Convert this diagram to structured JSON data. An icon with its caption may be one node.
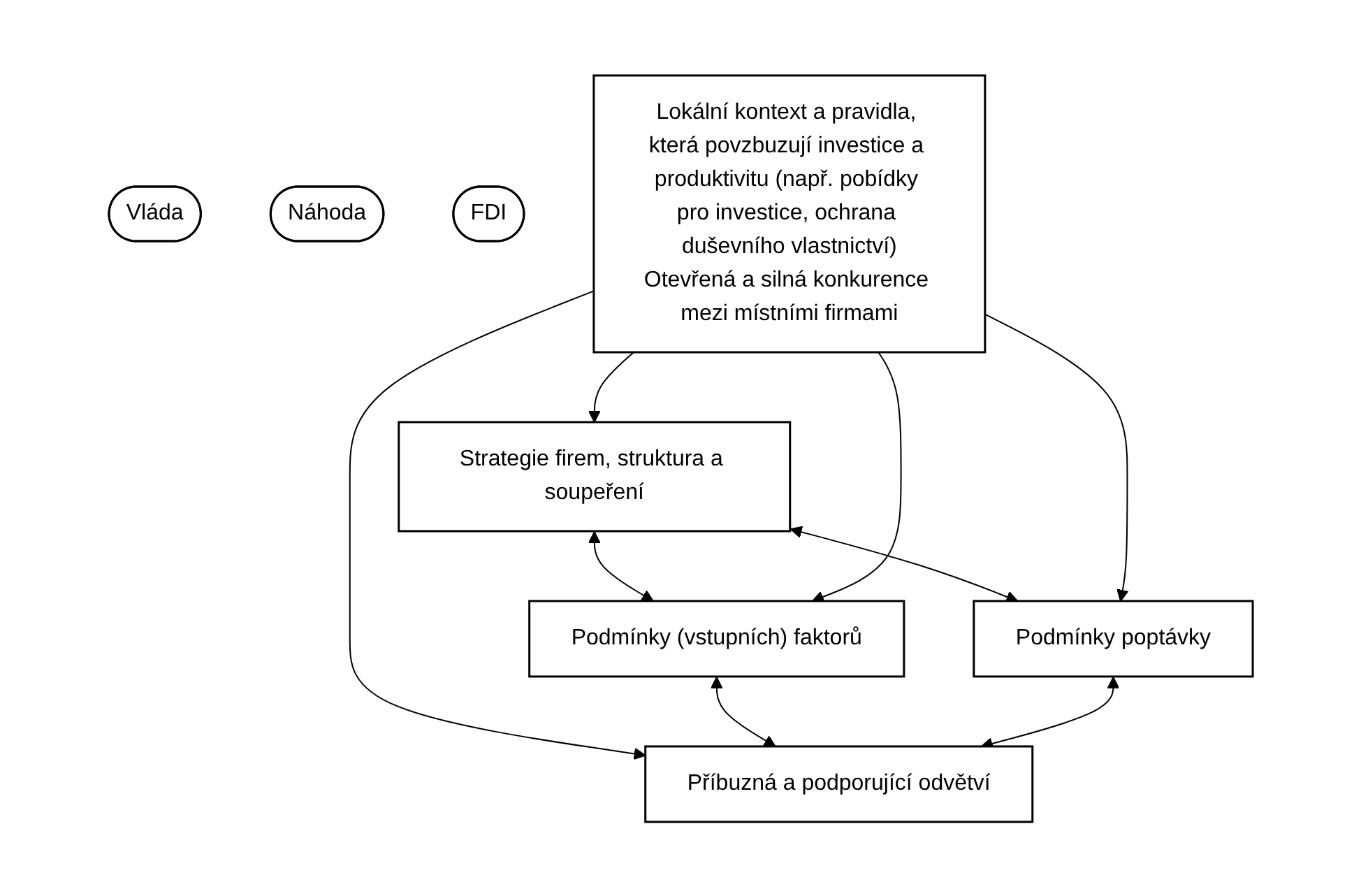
{
  "diagram": {
    "nodes": [
      {
        "text": [
          "Vláda"
        ]
      },
      {
        "text": [
          "Strategie firem, struktura a soupeření"
        ]
      },
      {
        "text": [
          "Náhoda"
        ]
      },
      {
        "text": [
          "FDI"
        ]
      },
      {
        "text": [
          "Lokální kontext a pravidla, která povzbuzují investice a produktivitu (např. pobídky pro investice, ochrana duševního vlastnictví)",
          "Otevřená a silná konkurence mezi místními firmami"
        ]
      },
      {
        "text": [
          "Podmínky (vstupních) faktorů"
        ]
      },
      {
        "text": [
          "Podmínky poptávky"
        ]
      },
      {
        "text": [
          "Příbuzná a podporující odvětví"
        ]
      }
    ],
    "edges": [
      {
        "from": 4,
        "to": 1,
        "arrow": "to"
      },
      {
        "from": 1,
        "to": 5,
        "arrow": "both"
      },
      {
        "from": 1,
        "to": 6,
        "arrow": "both"
      },
      {
        "from": 4,
        "to": 5,
        "arrow": "to"
      },
      {
        "from": 4,
        "to": 6,
        "arrow": "to"
      },
      {
        "from": 4,
        "to": 7,
        "arrow": "to"
      },
      {
        "from": 5,
        "to": 7,
        "arrow": "both"
      },
      {
        "from": 6,
        "to": 7,
        "arrow": "both"
      }
    ]
  }
}
